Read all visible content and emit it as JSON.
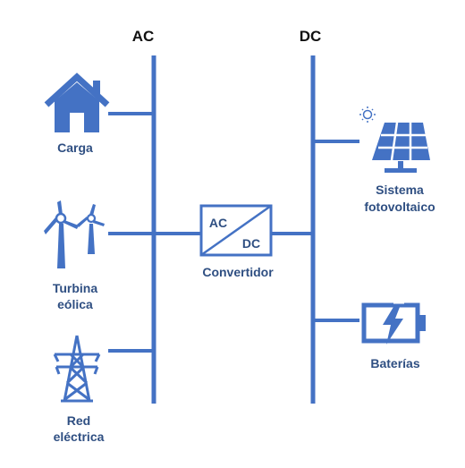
{
  "buses": {
    "ac_label": "AC",
    "dc_label": "DC"
  },
  "components": {
    "load": {
      "label": "Carga",
      "icon": "house-icon"
    },
    "wind": {
      "label_line1": "Turbina",
      "label_line2": "eólica",
      "icon": "wind-turbine-icon"
    },
    "grid": {
      "label_line1": "Red",
      "label_line2": "eléctrica",
      "icon": "transmission-tower-icon"
    },
    "converter": {
      "label": "Convertidor",
      "box_ac": "AC",
      "box_dc": "DC",
      "icon": "converter-box"
    },
    "solar": {
      "label_line1": "Sistema",
      "label_line2": "fotovoltaico",
      "icon": "solar-panel-icon"
    },
    "battery": {
      "label": "Baterías",
      "icon": "battery-icon"
    }
  },
  "colors": {
    "accent": "#4472c4",
    "label": "#2f4f82",
    "header": "#111111"
  }
}
